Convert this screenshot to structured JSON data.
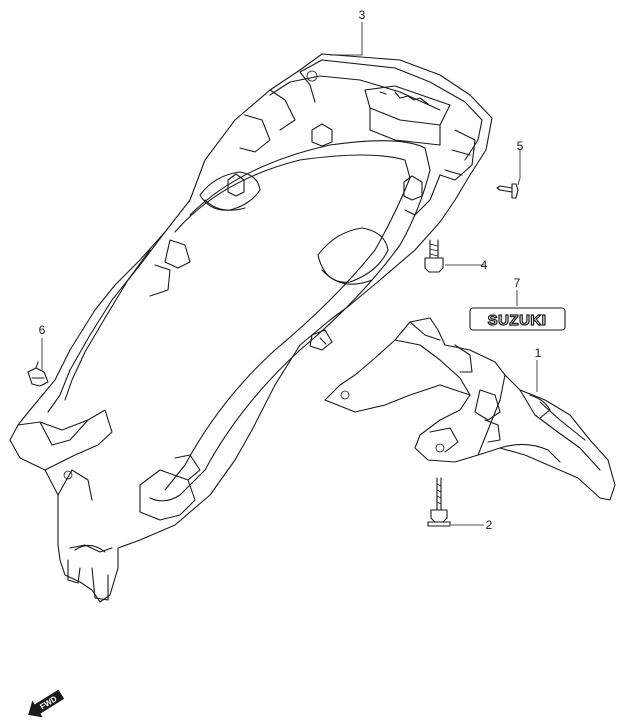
{
  "callouts": [
    {
      "number": "1"
    },
    {
      "number": "2"
    },
    {
      "number": "3"
    },
    {
      "number": "4"
    },
    {
      "number": "5"
    },
    {
      "number": "6"
    },
    {
      "number": "7"
    }
  ],
  "emblem": {
    "text": "SUZUKI"
  },
  "direction_indicator": {
    "text": "FWD"
  }
}
